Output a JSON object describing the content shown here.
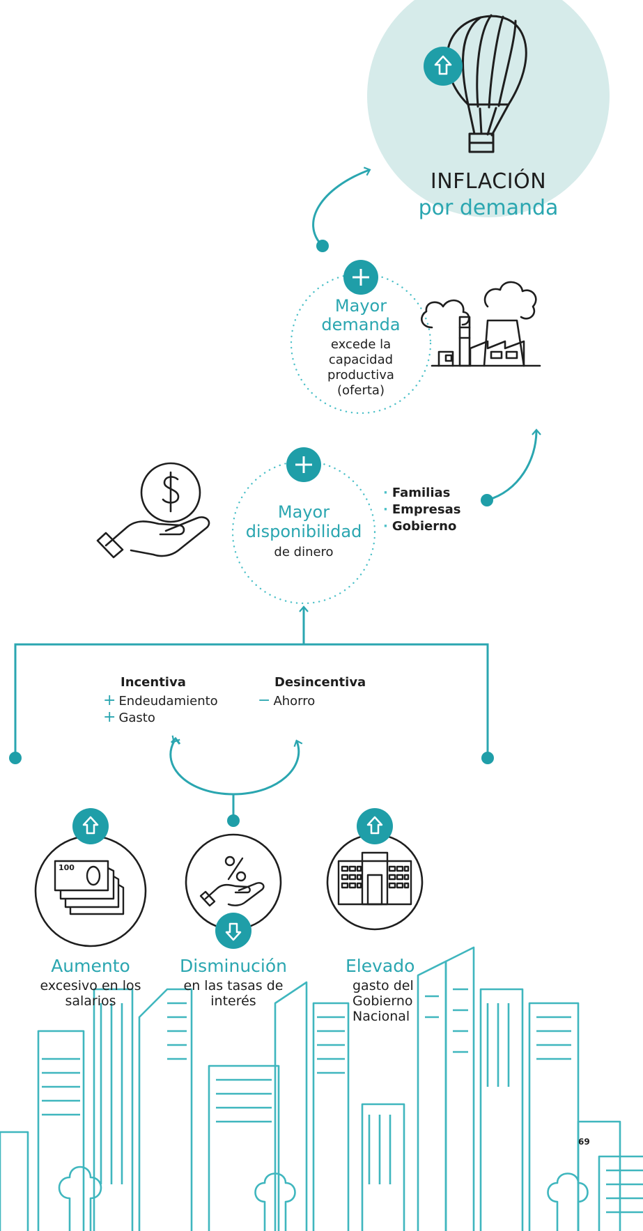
{
  "balloon": {
    "title_line1": "INFLACIÓN",
    "title_line2": "por demanda",
    "icon": "hot-air-balloon-icon"
  },
  "demand": {
    "title_line1": "Mayor",
    "title_line2": "demanda",
    "desc_line1": "excede la",
    "desc_line2": "capacidad",
    "desc_line3": "productiva",
    "desc_line4": "(oferta)",
    "icon": "factory-icon"
  },
  "money": {
    "title_line1": "Mayor",
    "title_line2": "disponibilidad",
    "desc": "de dinero",
    "icon": "hand-money-icon"
  },
  "agents": [
    "Familias",
    "Empresas",
    "Gobierno"
  ],
  "effects": {
    "incentiva_title": "Incentiva",
    "incentiva_items": [
      "Endeudamiento",
      "Gasto"
    ],
    "desincentiva_title": "Desincentiva",
    "desincentiva_items": [
      "Ahorro"
    ]
  },
  "causes": [
    {
      "title": "Aumento",
      "desc_lines": [
        "excesivo en los",
        "salarios"
      ],
      "icon": "banknotes-icon",
      "trend": "up"
    },
    {
      "title": "Disminución",
      "desc_lines": [
        "en las tasas de",
        "interés"
      ],
      "icon": "hand-percent-icon",
      "trend": "down"
    },
    {
      "title": "Elevado",
      "desc_lines": [
        "gasto del",
        "Gobierno",
        "Nacional"
      ],
      "icon": "government-building-icon",
      "trend": "up"
    }
  ],
  "banknote_value": "100",
  "page_number": "69",
  "colors": {
    "accent": "#2aa6b0",
    "accent_light": "#d6ebea",
    "ink": "#1e1e1e"
  }
}
